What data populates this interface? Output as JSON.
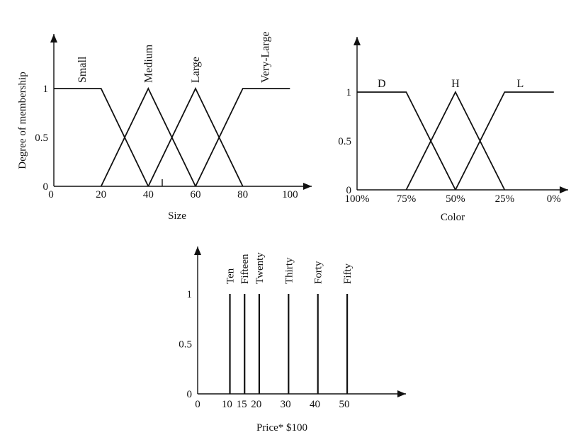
{
  "chart_data": [
    {
      "type": "line",
      "title": "",
      "xlabel": "Size",
      "ylabel": "Degree of membership",
      "xlim": [
        0,
        105
      ],
      "ylim": [
        0,
        1
      ],
      "x_ticks": [
        "0",
        "20",
        "40",
        "60",
        "80",
        "100"
      ],
      "x_tick_values": [
        0,
        20,
        40,
        60,
        80,
        100
      ],
      "y_ticks": [
        "0",
        "0.5",
        "1"
      ],
      "y_tick_values": [
        0,
        0.5,
        1
      ],
      "series": [
        {
          "name": "Small",
          "x": [
            0,
            20,
            40
          ],
          "y": [
            1,
            1,
            0
          ]
        },
        {
          "name": "Medium",
          "x": [
            20,
            40,
            60
          ],
          "y": [
            0,
            1,
            0
          ]
        },
        {
          "name": "Large",
          "x": [
            40,
            60,
            80
          ],
          "y": [
            0,
            1,
            0
          ]
        },
        {
          "name": "Very-Large",
          "x": [
            60,
            80,
            100
          ],
          "y": [
            0,
            1,
            1
          ]
        }
      ]
    },
    {
      "type": "line",
      "title": "",
      "xlabel": "Color",
      "ylabel": "",
      "xlim": [
        100,
        -8
      ],
      "ylim": [
        0,
        1
      ],
      "x_ticks": [
        "100%",
        "75%",
        "50%",
        "25%",
        "0%"
      ],
      "x_tick_values": [
        100,
        75,
        50,
        25,
        0
      ],
      "y_ticks": [
        "0",
        "0.5",
        "1"
      ],
      "y_tick_values": [
        0,
        0.5,
        1
      ],
      "series": [
        {
          "name": "D",
          "x": [
            100,
            75,
            50
          ],
          "y": [
            1,
            1,
            0
          ]
        },
        {
          "name": "H",
          "x": [
            75,
            50,
            25
          ],
          "y": [
            0,
            1,
            0
          ]
        },
        {
          "name": "L",
          "x": [
            50,
            25,
            0
          ],
          "y": [
            0,
            1,
            1
          ]
        }
      ]
    },
    {
      "type": "bar",
      "title": "",
      "xlabel": "Price* $100",
      "ylabel": "",
      "xlim": [
        0,
        72
      ],
      "ylim": [
        0,
        1
      ],
      "x_ticks": [
        "0",
        "10",
        "15",
        "20",
        "30",
        "40",
        "50"
      ],
      "x_tick_values": [
        0,
        10,
        15,
        20,
        30,
        40,
        50
      ],
      "y_ticks": [
        "0",
        "0.5",
        "1"
      ],
      "y_tick_values": [
        0,
        0.5,
        1
      ],
      "series": [
        {
          "name": "Ten",
          "x": [
            11
          ],
          "y": [
            1
          ]
        },
        {
          "name": "Fifteen",
          "x": [
            16
          ],
          "y": [
            1
          ]
        },
        {
          "name": "Twenty",
          "x": [
            21
          ],
          "y": [
            1
          ]
        },
        {
          "name": "Thirty",
          "x": [
            31
          ],
          "y": [
            1
          ]
        },
        {
          "name": "Forty",
          "x": [
            41
          ],
          "y": [
            1
          ]
        },
        {
          "name": "Fifty",
          "x": [
            51
          ],
          "y": [
            1
          ]
        }
      ]
    }
  ]
}
